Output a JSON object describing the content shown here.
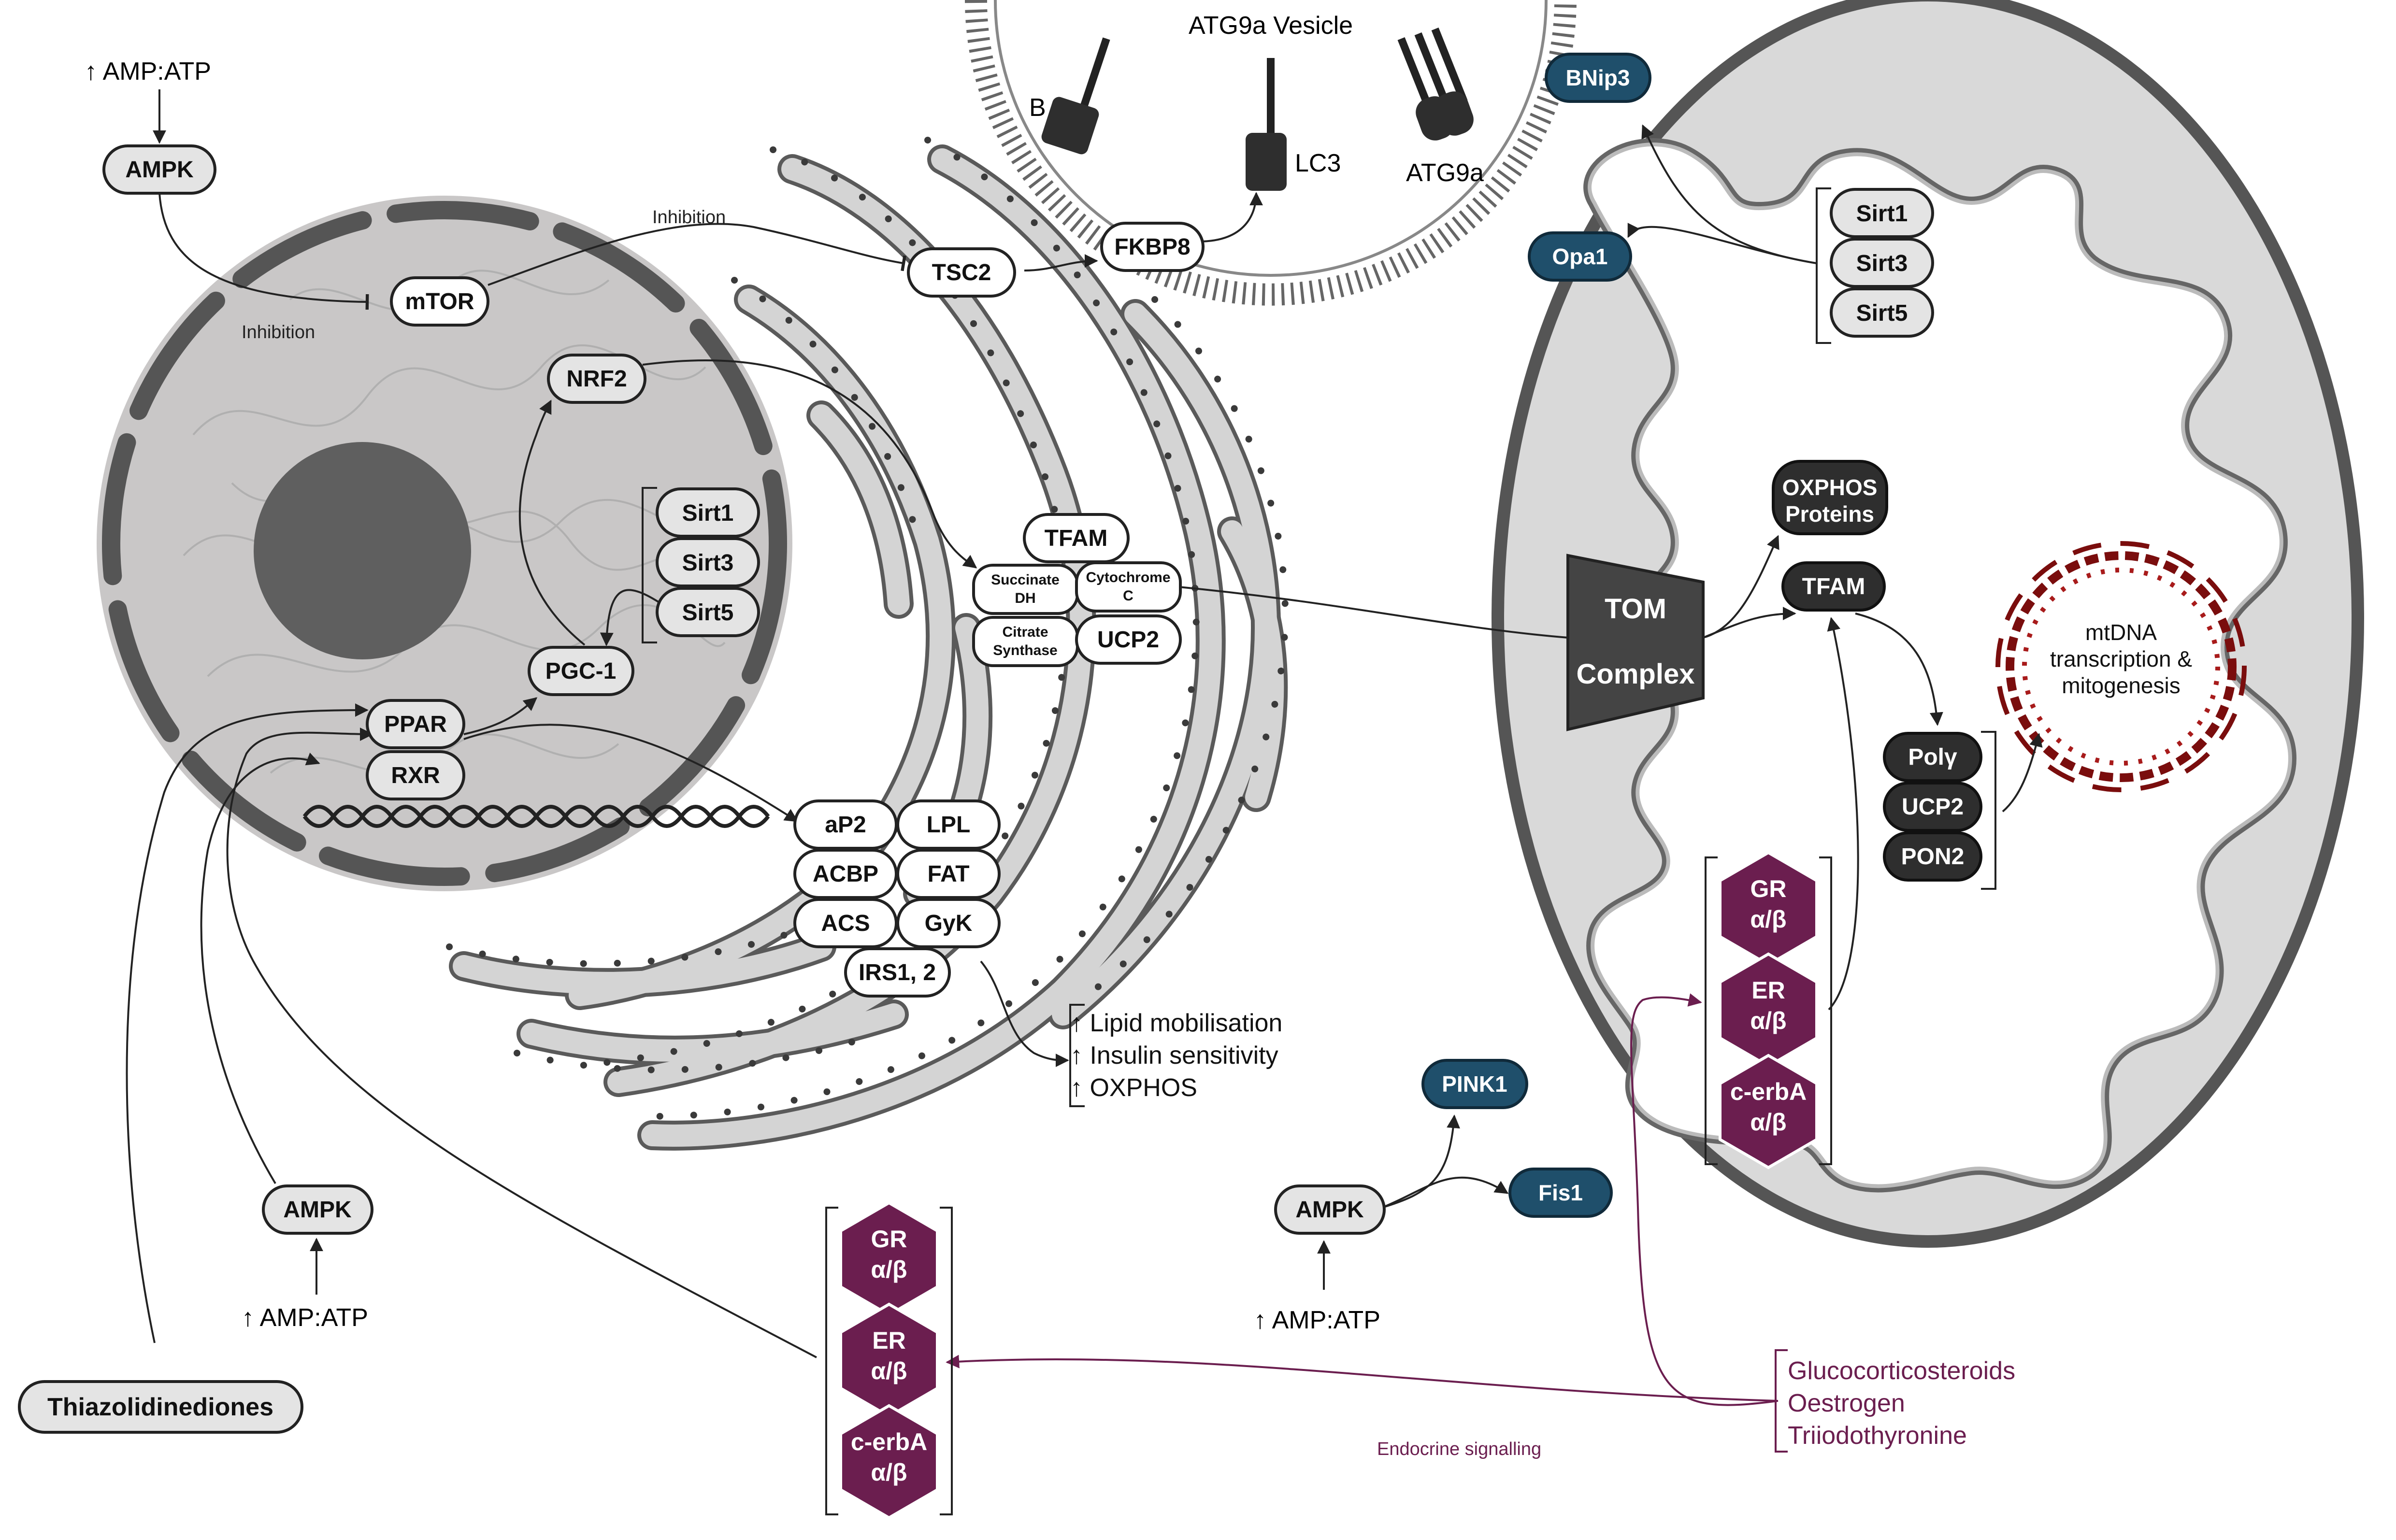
{
  "vesicle": {
    "title": "ATG9a Vesicle",
    "label_b": "B",
    "label_lc3": "LC3",
    "label_atg9a": "ATG9a"
  },
  "left_top": {
    "amp_atp": "↑ AMP:ATP",
    "ampk": "AMPK",
    "inhibition_1": "Inhibition",
    "inhibition_2": "Inhibition"
  },
  "nucleus": {
    "mtor": "mTOR",
    "nrf2": "NRF2",
    "sirt": [
      "Sirt1",
      "Sirt3",
      "Sirt5"
    ],
    "pgc1": "PGC-1",
    "ppar": "PPAR",
    "rxr": "RXR"
  },
  "er": {
    "tsc2": "TSC2",
    "fkbp8": "FKBP8",
    "tfam": "TFAM",
    "succinate_dh": [
      "Succinate",
      "DH"
    ],
    "cytochrome_c": [
      "Cytochrome",
      "C"
    ],
    "citrate_synthase": [
      "Citrate",
      "Synthase"
    ],
    "ucp2": "UCP2",
    "targets": [
      "aP2",
      "LPL",
      "ACBP",
      "FAT",
      "ACS",
      "GyK",
      "IRS1, 2"
    ],
    "effects": [
      "↑  Lipid mobilisation",
      "↑  Insulin sensitivity",
      "↑  OXPHOS"
    ]
  },
  "left_bottom": {
    "ampk": "AMPK",
    "amp_atp": "↑ AMP:ATP",
    "thiazolidinediones": "Thiazolidinediones"
  },
  "receptors": [
    [
      "GR",
      "α/β"
    ],
    [
      "ER",
      "α/β"
    ],
    [
      "c-erbA",
      "α/β"
    ]
  ],
  "endocrine": {
    "label": "Endocrine signalling",
    "hormones": [
      "Glucocorticosteroids",
      "Oestrogen",
      "Triiodothyronine"
    ]
  },
  "mito": {
    "bnip3": "BNip3",
    "opa1": "Opa1",
    "sirt": [
      "Sirt1",
      "Sirt3",
      "Sirt5"
    ],
    "oxphos": [
      "OXPHOS",
      "Proteins"
    ],
    "tfam": "TFAM",
    "tom": [
      "TOM",
      "Complex"
    ],
    "mtdna": [
      "mtDNA",
      "transcription &",
      "mitogenesis"
    ],
    "poly": "Polγ",
    "ucp2": "UCP2",
    "pon2": "PON2",
    "pink1": "PINK1",
    "fis1": "Fis1",
    "ampk": "AMPK",
    "amp_atp": "↑ AMP:ATP"
  },
  "colors": {
    "purple": "#6b1e4f",
    "blue": "#1f4f6b",
    "dark": "#2e2e2e",
    "membrane": "#5a5a5a"
  }
}
